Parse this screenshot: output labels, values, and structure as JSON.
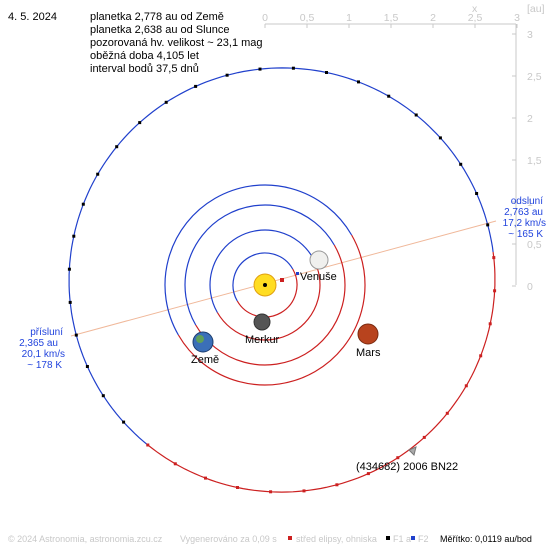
{
  "info": {
    "date": "4. 5. 2024",
    "lines": [
      "planetka 2,778 au od Země",
      "planetka 2,638 au od Slunce",
      "pozorovaná hv. velikost ~ 23,1 mag",
      "oběžná doba 4,105 let",
      "interval bodů 37,5 dnů"
    ]
  },
  "axes": {
    "x_unit": "x",
    "unit": "[au]",
    "x_ticks": [
      "0",
      "0,5",
      "1",
      "1,5",
      "2",
      "2,5",
      "3"
    ],
    "y_ticks": [
      "3",
      "2,5",
      "2",
      "1,5",
      "1",
      "0,5",
      "0"
    ]
  },
  "bodies": {
    "venus": "Venuše",
    "mercury": "Merkur",
    "earth": "Země",
    "mars": "Mars",
    "asteroid": "(434682) 2006 BN22"
  },
  "perihelion": [
    "přísluní",
    "2,365 au",
    "20,1 km/s",
    "~ 178 K"
  ],
  "aphelion": [
    "odsluní",
    "2,763 au",
    "17,2 km/s",
    "~ 165 K"
  ],
  "footer": {
    "copyright": "© 2024 Astronomia, astronomia.zcu.cz",
    "generated": "Vygenerováno za 0,09 s",
    "legend_center": "střed elipsy, ohniska",
    "legend_f1": "F1 a",
    "legend_f2": "F2",
    "scale": "Měřítko: 0,0119 au/bod"
  },
  "colors": {
    "orbit_red": "#cc2020",
    "orbit_blue": "#2040cc",
    "apsis_line": "#f0b89a",
    "axis": "#c8c8c8",
    "label_blue": "#2244dd"
  }
}
